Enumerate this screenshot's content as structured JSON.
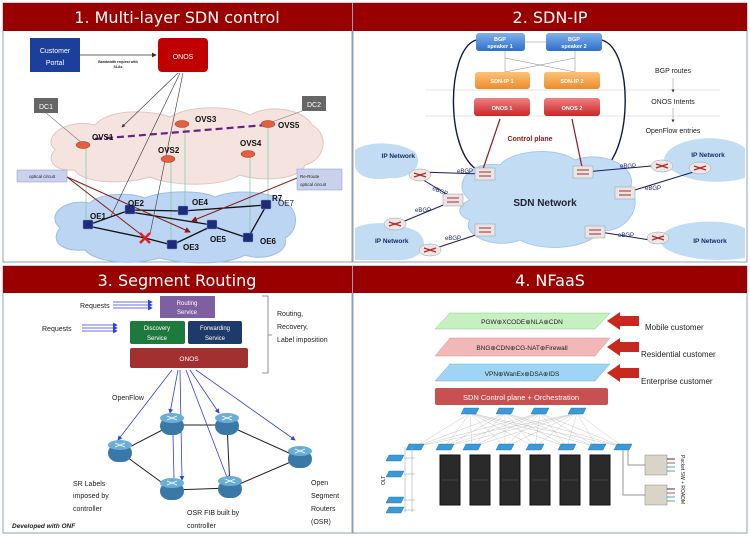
{
  "colors": {
    "title_bar": "#9b0000",
    "onos_red": "#c00000",
    "portal_blue": "#1c3f9c",
    "control_plane": "#8b1a1a"
  },
  "panel1": {
    "title": "1. Multi-layer SDN control",
    "customer_portal": [
      "Customer",
      "Portal"
    ],
    "onos": "ONOS",
    "bandwidth_request": [
      "Bandwidth request with",
      "SLAs"
    ],
    "dc1": "DC1",
    "dc2": "DC2",
    "ovs": {
      "ovs1": "OVS1",
      "ovs2": "OVS2",
      "ovs3": "OVS3",
      "ovs4": "OVS4",
      "ovs5": "OVS5"
    },
    "oe": {
      "oe1": "OE1",
      "oe2": "OE2",
      "oe3": "OE3",
      "oe4": "OE4",
      "oe5": "OE5",
      "oe6": "OE6",
      "oe7": "OE7",
      "r7": "R7"
    },
    "optical_circuit": "optical circuit",
    "reroute": [
      "Re-Route",
      "optical circuit"
    ]
  },
  "panel2": {
    "title": "2. SDN-IP",
    "bgp1": [
      "BGP",
      "speaker 1"
    ],
    "bgp2": [
      "BGP",
      "speaker 2"
    ],
    "sdnip1": "SDN-IP 1",
    "sdnip2": "SDN-IP 2",
    "onos1": "ONOS 1",
    "onos2": "ONOS 2",
    "bgp_routes": "BGP routes",
    "onos_intents": "ONOS Intents",
    "openflow_entries": "OpenFlow entries",
    "control_plane": "Control plane",
    "sdn_network": "SDN Network",
    "ip_network": "IP Network",
    "ebgp": "eBGP"
  },
  "panel3": {
    "title": "3. Segment Routing",
    "requests": "Requests",
    "routing_service": [
      "Routing",
      "Service"
    ],
    "discovery_service": [
      "Discovery",
      "Service"
    ],
    "forwarding_service": [
      "Forwarding",
      "Service"
    ],
    "onos": "ONOS",
    "bracket_text": [
      "Routing,",
      "Recovery,",
      "Label imposition"
    ],
    "openflow": "OpenFlow",
    "sr_labels": [
      "SR Labels",
      "imposed by",
      "controller"
    ],
    "osr_fib": [
      "OSR FIB built by",
      "controller"
    ],
    "open_segment": [
      "Open",
      "Segment",
      "Routers",
      "(OSR)"
    ],
    "developed": "Developed with ONF"
  },
  "panel4": {
    "title": "4. NFaaS",
    "mobile_chain": "PGW⊕XCODE⊕NLA⊕CDN",
    "residential_chain": "BNG⊕CDN⊕CG-NAT⊕Firewall",
    "enterprise_chain": "VPN⊕WanEx⊕DSA⊕IDS",
    "mobile": "Mobile customer",
    "residential": "Residential customer",
    "enterprise": "Enterprise customer",
    "control": "SDN Control plane + Orchestration",
    "olt": "OLT",
    "packet_sw": "Packet SW + ROADM"
  }
}
